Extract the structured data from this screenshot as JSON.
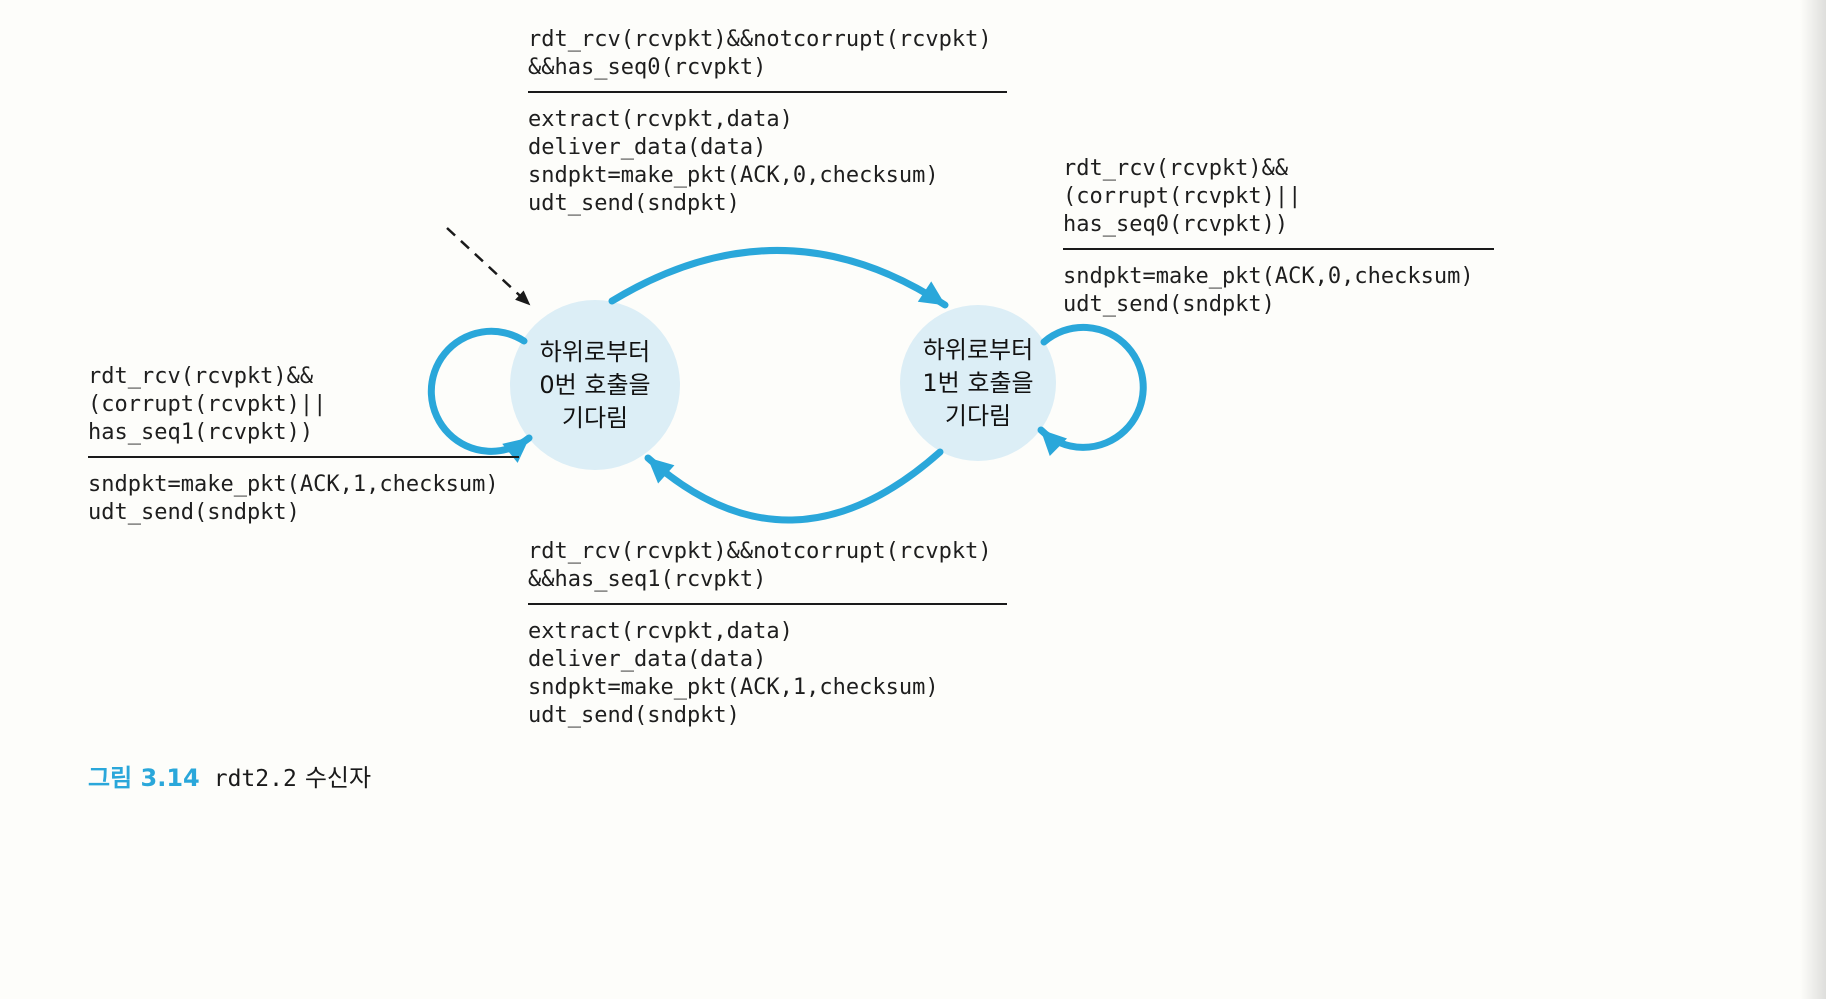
{
  "figure": {
    "type": "finite-state-machine",
    "caption": {
      "label": "그림 3.14",
      "code": "rdt2.2",
      "text": "수신자"
    }
  },
  "colors": {
    "edge": "#2aa7da",
    "state_fill": "#dceef6",
    "caption_accent": "#2aa7da",
    "text": "#1e1e1e",
    "background": "#fdfdfa"
  },
  "states": [
    {
      "id": "wait-call-0",
      "label_lines": [
        "하위로부터",
        "0번 호출을",
        "기다림"
      ]
    },
    {
      "id": "wait-call-1",
      "label_lines": [
        "하위로부터",
        "1번 호출을",
        "기다림"
      ]
    }
  ],
  "transitions": [
    {
      "id": "state0-to-state1-top-arc",
      "condition_lines": [
        "rdt_rcv(rcvpkt)&&notcorrupt(rcvpkt)",
        "&&has_seq0(rcvpkt)"
      ],
      "action_lines": [
        "extract(rcvpkt,data)",
        "deliver_data(data)",
        "sndpkt=make_pkt(ACK,0,checksum)",
        "udt_send(sndpkt)"
      ]
    },
    {
      "id": "state1-self-loop-right",
      "condition_lines": [
        "rdt_rcv(rcvpkt)&&",
        "(corrupt(rcvpkt)||",
        "has_seq0(rcvpkt))"
      ],
      "action_lines": [
        "sndpkt=make_pkt(ACK,0,checksum)",
        "udt_send(sndpkt)"
      ]
    },
    {
      "id": "state0-self-loop-left",
      "condition_lines": [
        "rdt_rcv(rcvpkt)&&",
        "(corrupt(rcvpkt)||",
        "has_seq1(rcvpkt))"
      ],
      "action_lines": [
        "sndpkt=make_pkt(ACK,1,checksum)",
        "udt_send(sndpkt)"
      ]
    },
    {
      "id": "state1-to-state0-bottom-arc",
      "condition_lines": [
        "rdt_rcv(rcvpkt)&&notcorrupt(rcvpkt)",
        "&&has_seq1(rcvpkt)"
      ],
      "action_lines": [
        "extract(rcvpkt,data)",
        "deliver_data(data)",
        "sndpkt=make_pkt(ACK,1,checksum)",
        "udt_send(sndpkt)"
      ]
    }
  ]
}
